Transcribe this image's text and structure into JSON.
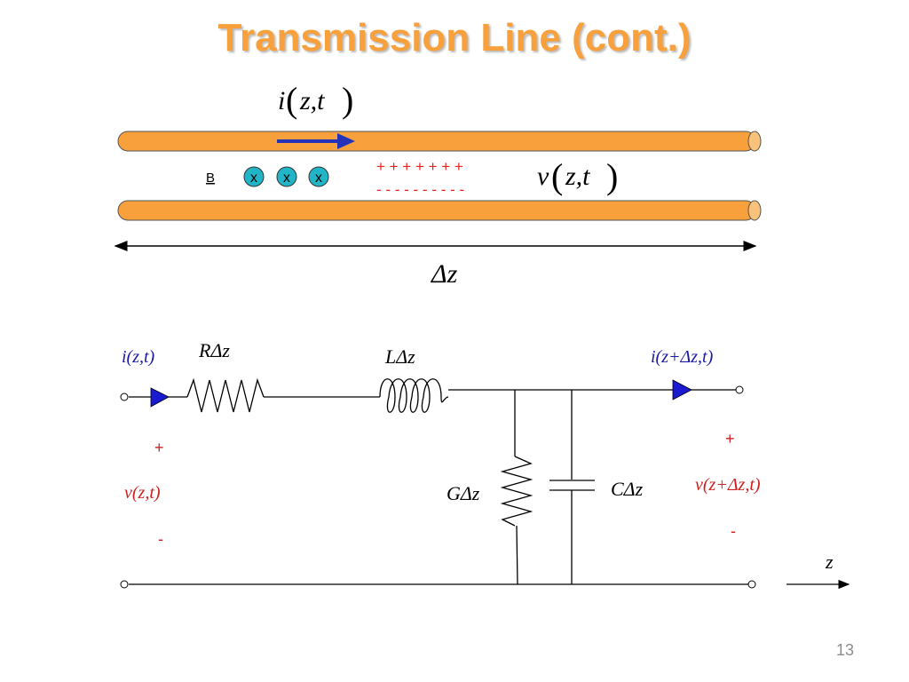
{
  "slide": {
    "title": "Transmission Line (cont.)",
    "page_number": "13"
  },
  "top_diagram": {
    "current_label": {
      "i": "i",
      "args": "z,t"
    },
    "voltage_label": {
      "v": "v",
      "args": "z,t"
    },
    "plus_charges": "+ + + + + + +",
    "minus_charges": "- - - - - - - - - -",
    "field_label": "B",
    "field_marks": [
      "x",
      "x",
      "x"
    ],
    "length_label": "Δz",
    "colors": {
      "conductor": "#f7a03c",
      "arrow": "#2332b8",
      "charges": "#e8231f",
      "field_circle": "#22b5c8"
    }
  },
  "circuit": {
    "input_current": "i(z,t)",
    "output_current": "i(z+Δz,t)",
    "resistor": "RΔz",
    "inductor": "LΔz",
    "conductance": "GΔz",
    "capacitor": "CΔz",
    "input_voltage": {
      "plus": "+",
      "label": "v(z,t)",
      "minus": "-"
    },
    "output_voltage": {
      "plus": "+",
      "label": "v(z+Δz,t)",
      "minus": "-"
    },
    "axis_label": "z",
    "colors": {
      "current_label": "#1a1aa6",
      "voltage_label": "#d01f1f"
    }
  }
}
